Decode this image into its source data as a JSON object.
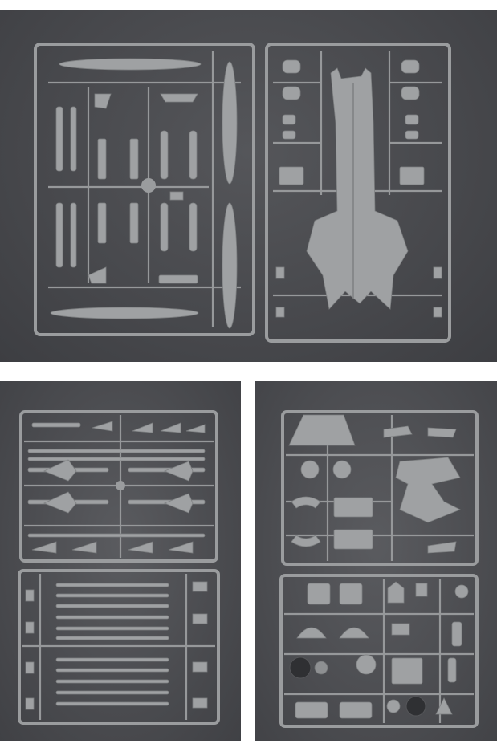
{
  "photos": [
    {
      "id": "top",
      "subject": "two-sprue-sets-fuselage-and-drop-tanks"
    },
    {
      "id": "bottom-left",
      "subject": "missile-and-weapons-sprues"
    },
    {
      "id": "bottom-right",
      "subject": "intake-and-engine-parts-sprues"
    }
  ],
  "colors": {
    "background": "#ffffff",
    "backdrop": "#4a4b4f",
    "plastic": "#9fa1a3"
  }
}
